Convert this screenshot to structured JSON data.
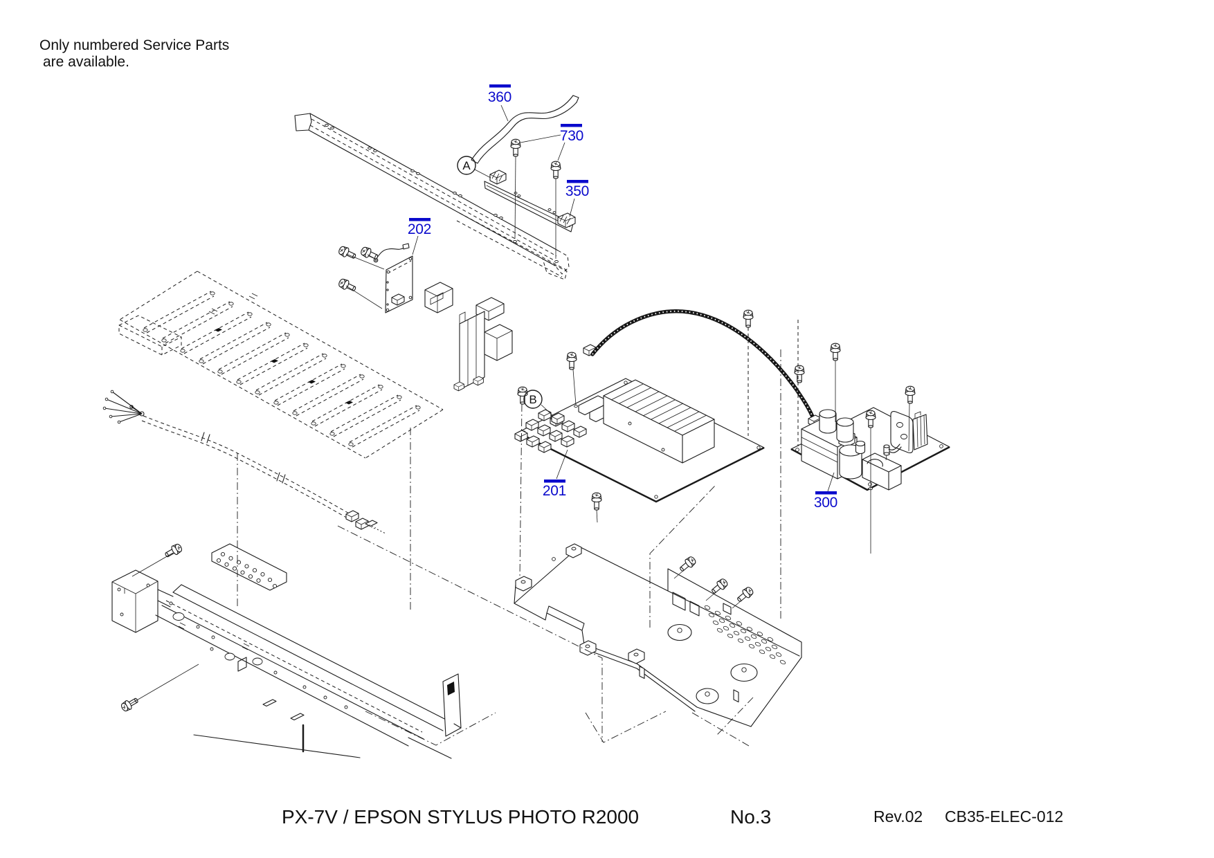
{
  "note": {
    "line1": "Only numbered Service Parts",
    "line2": "are available."
  },
  "labels": [
    {
      "text": "360"
    },
    {
      "text": "730"
    },
    {
      "text": "350"
    },
    {
      "text": "202"
    },
    {
      "text": "201"
    },
    {
      "text": "300"
    }
  ],
  "callouts": [
    {
      "letter": "A"
    },
    {
      "letter": "B"
    }
  ],
  "footer": {
    "model": "PX-7V / EPSON STYLUS PHOTO R2000",
    "page_no": "No.3",
    "revision": "Rev.02",
    "document_code": "CB35-ELEC-012"
  },
  "colors": {
    "label_blue": "#0a0acc",
    "line": "#1a1a1a",
    "background": "#ffffff"
  }
}
